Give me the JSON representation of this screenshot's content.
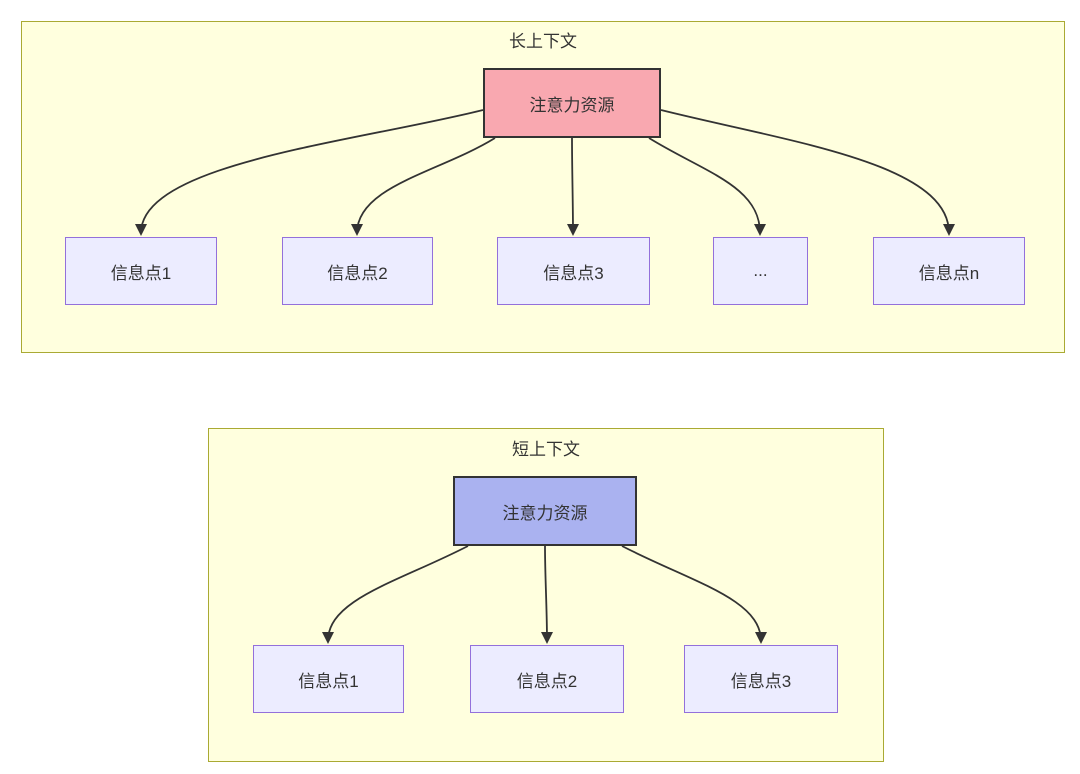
{
  "diagram": {
    "type": "flowchart",
    "sections": [
      {
        "title": "长上下文",
        "root": {
          "label": "注意力资源"
        },
        "children": [
          {
            "label": "信息点1"
          },
          {
            "label": "信息点2"
          },
          {
            "label": "信息点3"
          },
          {
            "label": "..."
          },
          {
            "label": "信息点n"
          }
        ]
      },
      {
        "title": "短上下文",
        "root": {
          "label": "注意力资源"
        },
        "children": [
          {
            "label": "信息点1"
          },
          {
            "label": "信息点2"
          },
          {
            "label": "信息点3"
          }
        ]
      }
    ],
    "colors": {
      "section_fill": "#ffffde",
      "section_border": "#aaaa33",
      "node_fill": "#ececff",
      "node_border": "#9370db",
      "attention_long_fill": "#f9a8b0",
      "attention_short_fill": "#aab2f0",
      "attention_border": "#333333",
      "node_text": "#333333",
      "edge": "#333333"
    }
  }
}
